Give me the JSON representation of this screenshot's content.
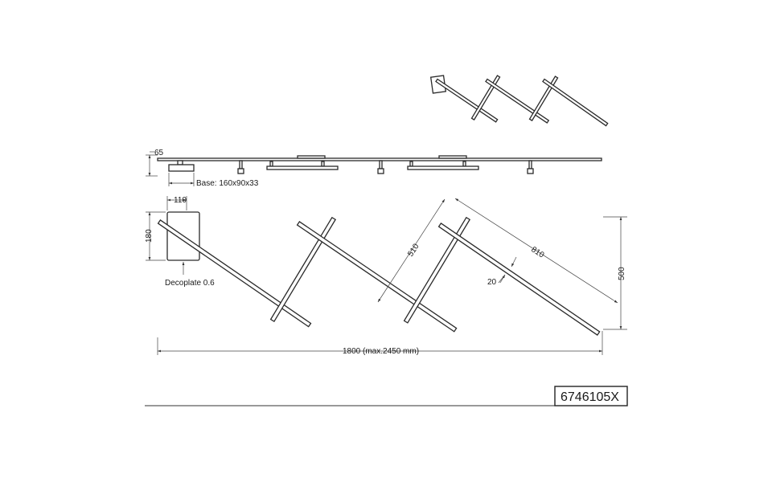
{
  "labels": {
    "d65": "65",
    "base": "Base: 160x90x33",
    "d110": "110",
    "d180": "180",
    "decoplate": "Decoplate 0.6",
    "d510": "510",
    "d810": "810",
    "d20": "20",
    "d500": "500",
    "d1800": "1800 (max.2450 mm)",
    "code": "6746105X"
  },
  "colors": {
    "line": "#2a2a2a",
    "background": "#ffffff"
  }
}
